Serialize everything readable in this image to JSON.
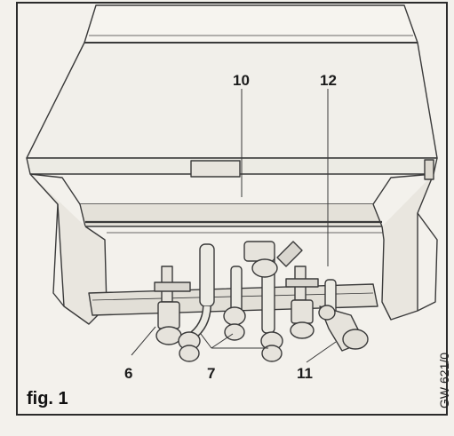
{
  "figure": {
    "label": "fig. 1",
    "code": "GW 621/0"
  },
  "callouts": {
    "c10": "10",
    "c12": "12",
    "c6": "6",
    "c7": "7",
    "c11": "11"
  },
  "colors": {
    "line": "#3a3a3a",
    "paper": "#f3f1ec",
    "shade": "#d9d6cf"
  }
}
